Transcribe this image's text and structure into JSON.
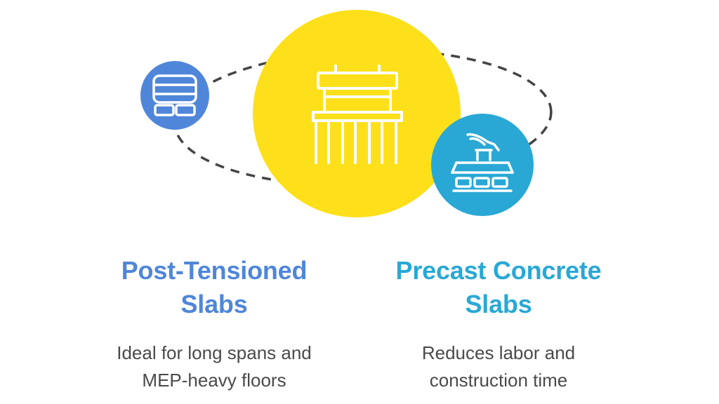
{
  "colors": {
    "center": "#fde01a",
    "left_node": "#4f86d9",
    "right_node": "#29a8d6",
    "ring": "#444444",
    "icon_stroke": "#ffffff",
    "description_text": "#4a4a4a"
  },
  "icons": {
    "center": "structure-columns-icon",
    "left": "post-tensioned-slab-icon",
    "right": "precast-crane-icon"
  },
  "left": {
    "title_line1": "Post-Tensioned",
    "title_line2": "Slabs",
    "desc_line1": "Ideal for long spans and",
    "desc_line2": "MEP-heavy floors"
  },
  "right": {
    "title_line1": "Precast Concrete",
    "title_line2": "Slabs",
    "desc_line1": "Reduces labor and",
    "desc_line2": "construction time"
  }
}
